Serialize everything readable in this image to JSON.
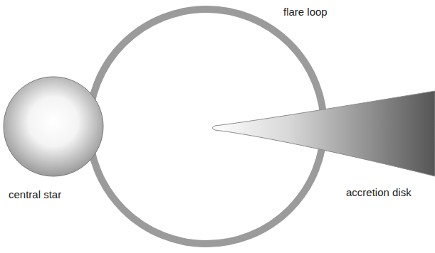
{
  "diagram": {
    "labels": [
      "flare loop",
      "accretion disk",
      "central star"
    ]
  }
}
